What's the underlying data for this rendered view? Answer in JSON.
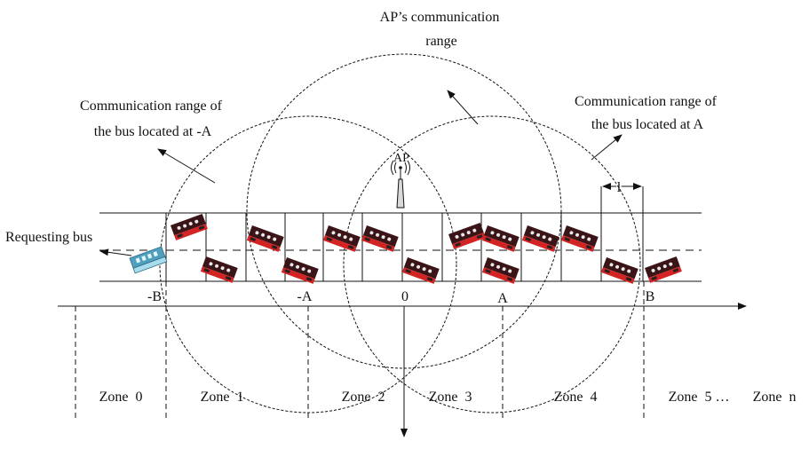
{
  "labels": {
    "ap_range_line1": "AP’s communication",
    "ap_range_line2": "range",
    "left_range_line1": "Communication range of",
    "left_range_line2": "the bus located at -A",
    "right_range_line1": "Communication range of",
    "right_range_line2": "the bus located at A",
    "ap": "AP",
    "requesting_bus": "Requesting bus",
    "spacing": "l"
  },
  "axis": {
    "neg_b": "-B",
    "neg_a": "-A",
    "zero": "0",
    "pos_a": "A",
    "pos_b": "B"
  },
  "zones": [
    "Zone  0",
    "Zone  1",
    "Zone  2",
    "Zone  3",
    "Zone  4",
    "Zone  5 …",
    "Zone  n"
  ],
  "colors": {
    "bus_body": "#4a1a1d",
    "bus_accent": "#d42323",
    "requesting_bus": "#7fc7e0",
    "line": "#111111"
  }
}
